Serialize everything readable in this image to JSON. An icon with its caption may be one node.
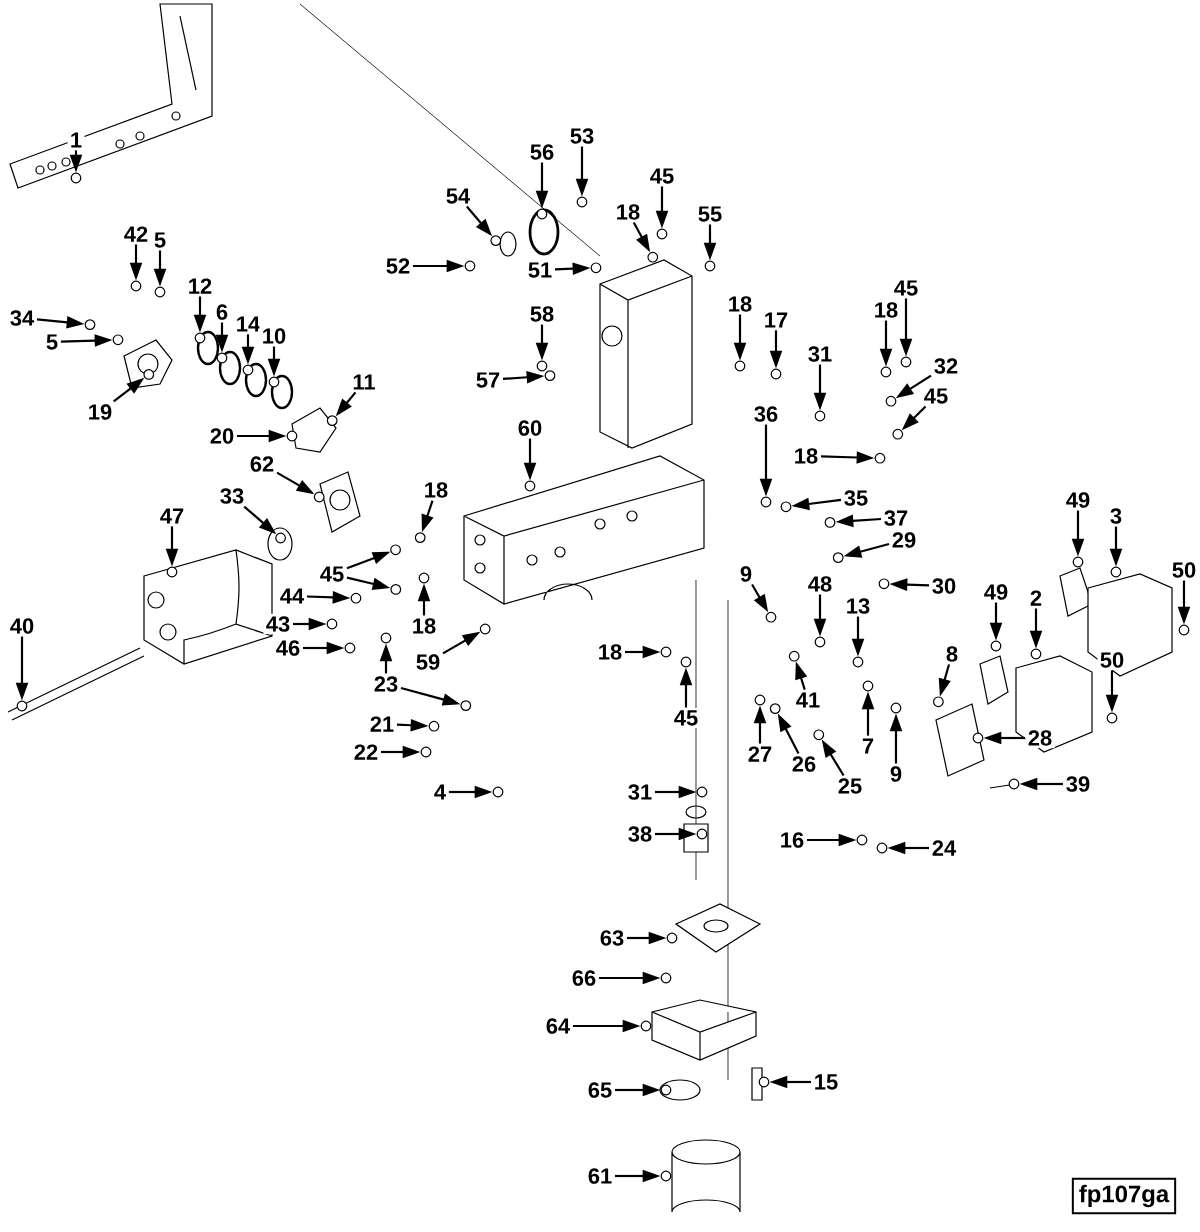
{
  "diagram": {
    "nodes": [
      {
        "text": [
          "1"
        ]
      },
      {
        "text": [
          "42"
        ]
      },
      {
        "text": [
          "5"
        ]
      },
      {
        "text": [
          "12"
        ]
      },
      {
        "text": [
          "6"
        ]
      },
      {
        "text": [
          "14"
        ]
      },
      {
        "text": [
          "10"
        ]
      },
      {
        "text": [
          "34"
        ]
      },
      {
        "text": [
          "5"
        ]
      },
      {
        "text": [
          "19"
        ]
      },
      {
        "text": [
          "11"
        ]
      },
      {
        "text": [
          "20"
        ]
      },
      {
        "text": [
          "62"
        ]
      },
      {
        "text": [
          "33"
        ]
      },
      {
        "text": [
          "47"
        ]
      },
      {
        "text": [
          "18"
        ]
      },
      {
        "text": [
          "45"
        ]
      },
      {
        "text": [
          "18"
        ]
      },
      {
        "text": [
          "44"
        ]
      },
      {
        "text": [
          "43"
        ]
      },
      {
        "text": [
          "46"
        ]
      },
      {
        "text": [
          "40"
        ]
      },
      {
        "text": [
          "59"
        ]
      },
      {
        "text": [
          "23"
        ]
      },
      {
        "text": [
          "21"
        ]
      },
      {
        "text": [
          "22"
        ]
      },
      {
        "text": [
          "4"
        ]
      },
      {
        "text": [
          "54"
        ]
      },
      {
        "text": [
          "56"
        ]
      },
      {
        "text": [
          "53"
        ]
      },
      {
        "text": [
          "52"
        ]
      },
      {
        "text": [
          "51"
        ]
      },
      {
        "text": [
          "58"
        ]
      },
      {
        "text": [
          "57"
        ]
      },
      {
        "text": [
          "60"
        ]
      },
      {
        "text": [
          "18"
        ]
      },
      {
        "text": [
          "45"
        ]
      },
      {
        "text": [
          "55"
        ]
      },
      {
        "text": [
          "18"
        ]
      },
      {
        "text": [
          "17"
        ]
      },
      {
        "text": [
          "31"
        ]
      },
      {
        "text": [
          "36"
        ]
      },
      {
        "text": [
          "18"
        ]
      },
      {
        "text": [
          "45"
        ]
      },
      {
        "text": [
          "32"
        ]
      },
      {
        "text": [
          "45"
        ]
      },
      {
        "text": [
          "18"
        ]
      },
      {
        "text": [
          "35"
        ]
      },
      {
        "text": [
          "37"
        ]
      },
      {
        "text": [
          "29"
        ]
      },
      {
        "text": [
          "30"
        ]
      },
      {
        "text": [
          "9"
        ]
      },
      {
        "text": [
          "48"
        ]
      },
      {
        "text": [
          "13"
        ]
      },
      {
        "text": [
          "49"
        ]
      },
      {
        "text": [
          "3"
        ]
      },
      {
        "text": [
          "50"
        ]
      },
      {
        "text": [
          "49"
        ]
      },
      {
        "text": [
          "2"
        ]
      },
      {
        "text": [
          "50"
        ]
      },
      {
        "text": [
          "8"
        ]
      },
      {
        "text": [
          "18"
        ]
      },
      {
        "text": [
          "45"
        ]
      },
      {
        "text": [
          "41"
        ]
      },
      {
        "text": [
          "27"
        ]
      },
      {
        "text": [
          "26"
        ]
      },
      {
        "text": [
          "7"
        ]
      },
      {
        "text": [
          "25"
        ]
      },
      {
        "text": [
          "9"
        ]
      },
      {
        "text": [
          "28"
        ]
      },
      {
        "text": [
          "39"
        ]
      },
      {
        "text": [
          "31"
        ]
      },
      {
        "text": [
          "38"
        ]
      },
      {
        "text": [
          "16"
        ]
      },
      {
        "text": [
          "24"
        ]
      },
      {
        "text": [
          "63"
        ]
      },
      {
        "text": [
          "66"
        ]
      },
      {
        "text": [
          "64"
        ]
      },
      {
        "text": [
          "65"
        ]
      },
      {
        "text": [
          "15"
        ]
      },
      {
        "text": [
          "61"
        ]
      },
      {
        "text": [],
        "shape": "circle"
      },
      {
        "text": [],
        "shape": "circle"
      },
      {
        "text": [],
        "shape": "circle"
      },
      {
        "text": [],
        "shape": "circle"
      },
      {
        "text": [],
        "shape": "circle"
      },
      {
        "text": [],
        "shape": "circle"
      },
      {
        "text": [],
        "shape": "circle"
      },
      {
        "text": [],
        "shape": "circle"
      },
      {
        "text": [],
        "shape": "circle"
      },
      {
        "text": [],
        "shape": "circle"
      },
      {
        "text": [],
        "shape": "circle"
      },
      {
        "text": [],
        "shape": "circle"
      },
      {
        "text": [],
        "shape": "circle"
      },
      {
        "text": [],
        "shape": "circle"
      },
      {
        "text": [],
        "shape": "circle"
      },
      {
        "text": [],
        "shape": "circle"
      },
      {
        "text": [],
        "shape": "circle"
      },
      {
        "text": [],
        "shape": "circle"
      },
      {
        "text": [],
        "shape": "circle"
      },
      {
        "text": [],
        "shape": "circle"
      },
      {
        "text": [],
        "shape": "circle"
      },
      {
        "text": [],
        "shape": "circle"
      },
      {
        "text": [],
        "shape": "circle"
      },
      {
        "text": [],
        "shape": "circle"
      },
      {
        "text": [],
        "shape": "circle"
      },
      {
        "text": [],
        "shape": "circle"
      },
      {
        "text": [],
        "shape": "circle"
      },
      {
        "text": [],
        "shape": "circle"
      },
      {
        "text": [],
        "shape": "circle"
      },
      {
        "text": [],
        "shape": "circle"
      },
      {
        "text": [],
        "shape": "circle"
      },
      {
        "text": [],
        "shape": "circle"
      },
      {
        "text": [],
        "shape": "circle"
      },
      {
        "text": [],
        "shape": "circle"
      },
      {
        "text": [],
        "shape": "circle"
      },
      {
        "text": [],
        "shape": "circle"
      },
      {
        "text": [],
        "shape": "circle"
      },
      {
        "text": [],
        "shape": "circle"
      },
      {
        "text": [],
        "shape": "circle"
      },
      {
        "text": [],
        "shape": "circle"
      },
      {
        "text": [],
        "shape": "circle"
      },
      {
        "text": [],
        "shape": "circle"
      },
      {
        "text": [],
        "shape": "circle"
      },
      {
        "text": [],
        "shape": "circle"
      },
      {
        "text": [],
        "shape": "circle"
      },
      {
        "text": [],
        "shape": "circle"
      },
      {
        "text": [],
        "shape": "circle"
      },
      {
        "text": [],
        "shape": "circle"
      },
      {
        "text": [],
        "shape": "circle"
      },
      {
        "text": [],
        "shape": "circle"
      },
      {
        "text": [],
        "shape": "circle"
      },
      {
        "text": [],
        "shape": "circle"
      },
      {
        "text": [],
        "shape": "circle"
      },
      {
        "text": [],
        "shape": "circle"
      },
      {
        "text": [],
        "shape": "circle"
      },
      {
        "text": [],
        "shape": "circle"
      },
      {
        "text": [],
        "shape": "circle"
      },
      {
        "text": [],
        "shape": "circle"
      },
      {
        "text": [],
        "shape": "circle"
      },
      {
        "text": [],
        "shape": "circle"
      },
      {
        "text": [],
        "shape": "circle"
      },
      {
        "text": [],
        "shape": "circle"
      },
      {
        "text": [],
        "shape": "circle"
      },
      {
        "text": [],
        "shape": "circle"
      },
      {
        "text": [],
        "shape": "circle"
      },
      {
        "text": [],
        "shape": "circle"
      },
      {
        "text": [],
        "shape": "circle"
      },
      {
        "text": [],
        "shape": "circle"
      },
      {
        "text": [],
        "shape": "circle"
      },
      {
        "text": [],
        "shape": "circle"
      },
      {
        "text": [],
        "shape": "circle"
      },
      {
        "text": [],
        "shape": "circle"
      },
      {
        "text": [],
        "shape": "circle"
      },
      {
        "text": [],
        "shape": "circle"
      },
      {
        "text": [],
        "shape": "circle"
      },
      {
        "text": [],
        "shape": "circle"
      },
      {
        "text": [],
        "shape": "circle"
      },
      {
        "text": [],
        "shape": "circle"
      },
      {
        "text": [],
        "shape": "circle"
      },
      {
        "text": [],
        "shape": "circle"
      },
      {
        "text": [],
        "shape": "circle"
      },
      {
        "text": [],
        "shape": "circle"
      },
      {
        "text": [],
        "shape": "circle"
      }
    ],
    "edges": [
      {
        "from": 0,
        "to": 81,
        "arrow": "to"
      },
      {
        "from": 1,
        "to": 82,
        "arrow": "to"
      },
      {
        "from": 2,
        "to": 83,
        "arrow": "to"
      },
      {
        "from": 3,
        "to": 84,
        "arrow": "to"
      },
      {
        "from": 4,
        "to": 85,
        "arrow": "to"
      },
      {
        "from": 5,
        "to": 86,
        "arrow": "to"
      },
      {
        "from": 6,
        "to": 87,
        "arrow": "to"
      },
      {
        "from": 7,
        "to": 88,
        "arrow": "to"
      },
      {
        "from": 8,
        "to": 89,
        "arrow": "to"
      },
      {
        "from": 9,
        "to": 90,
        "arrow": "to"
      },
      {
        "from": 10,
        "to": 91,
        "arrow": "to"
      },
      {
        "from": 11,
        "to": 92,
        "arrow": "to"
      },
      {
        "from": 12,
        "to": 93,
        "arrow": "to"
      },
      {
        "from": 13,
        "to": 94,
        "arrow": "to"
      },
      {
        "from": 14,
        "to": 95,
        "arrow": "to"
      },
      {
        "from": 15,
        "to": 96,
        "arrow": "to"
      },
      {
        "from": 16,
        "to": 97,
        "arrow": "to"
      },
      {
        "from": 16,
        "to": 98,
        "arrow": "to"
      },
      {
        "from": 17,
        "to": 99,
        "arrow": "to"
      },
      {
        "from": 18,
        "to": 100,
        "arrow": "to"
      },
      {
        "from": 19,
        "to": 101,
        "arrow": "to"
      },
      {
        "from": 20,
        "to": 102,
        "arrow": "to"
      },
      {
        "from": 21,
        "to": 103,
        "arrow": "to"
      },
      {
        "from": 22,
        "to": 104,
        "arrow": "to"
      },
      {
        "from": 23,
        "to": 105,
        "arrow": "to"
      },
      {
        "from": 23,
        "to": 106,
        "arrow": "to"
      },
      {
        "from": 24,
        "to": 107,
        "arrow": "to"
      },
      {
        "from": 25,
        "to": 108,
        "arrow": "to"
      },
      {
        "from": 26,
        "to": 109,
        "arrow": "to"
      },
      {
        "from": 27,
        "to": 110,
        "arrow": "to"
      },
      {
        "from": 28,
        "to": 111,
        "arrow": "to"
      },
      {
        "from": 29,
        "to": 112,
        "arrow": "to"
      },
      {
        "from": 30,
        "to": 113,
        "arrow": "to"
      },
      {
        "from": 31,
        "to": 114,
        "arrow": "to"
      },
      {
        "from": 32,
        "to": 115,
        "arrow": "to"
      },
      {
        "from": 33,
        "to": 116,
        "arrow": "to"
      },
      {
        "from": 34,
        "to": 117,
        "arrow": "to"
      },
      {
        "from": 35,
        "to": 118,
        "arrow": "to"
      },
      {
        "from": 36,
        "to": 119,
        "arrow": "to"
      },
      {
        "from": 37,
        "to": 120,
        "arrow": "to"
      },
      {
        "from": 38,
        "to": 121,
        "arrow": "to"
      },
      {
        "from": 39,
        "to": 122,
        "arrow": "to"
      },
      {
        "from": 40,
        "to": 123,
        "arrow": "to"
      },
      {
        "from": 41,
        "to": 124,
        "arrow": "to"
      },
      {
        "from": 42,
        "to": 125,
        "arrow": "to"
      },
      {
        "from": 43,
        "to": 126,
        "arrow": "to"
      },
      {
        "from": 44,
        "to": 127,
        "arrow": "to"
      },
      {
        "from": 45,
        "to": 128,
        "arrow": "to"
      },
      {
        "from": 46,
        "to": 129,
        "arrow": "to"
      },
      {
        "from": 47,
        "to": 130,
        "arrow": "to"
      },
      {
        "from": 48,
        "to": 131,
        "arrow": "to"
      },
      {
        "from": 49,
        "to": 132,
        "arrow": "to"
      },
      {
        "from": 50,
        "to": 133,
        "arrow": "to"
      },
      {
        "from": 51,
        "to": 134,
        "arrow": "to"
      },
      {
        "from": 52,
        "to": 135,
        "arrow": "to"
      },
      {
        "from": 53,
        "to": 136,
        "arrow": "to"
      },
      {
        "from": 54,
        "to": 137,
        "arrow": "to"
      },
      {
        "from": 55,
        "to": 138,
        "arrow": "to"
      },
      {
        "from": 56,
        "to": 139,
        "arrow": "to"
      },
      {
        "from": 57,
        "to": 140,
        "arrow": "to"
      },
      {
        "from": 58,
        "to": 141,
        "arrow": "to"
      },
      {
        "from": 59,
        "to": 142,
        "arrow": "to"
      },
      {
        "from": 60,
        "to": 143,
        "arrow": "to"
      },
      {
        "from": 61,
        "to": 144,
        "arrow": "to"
      },
      {
        "from": 62,
        "to": 145,
        "arrow": "to"
      },
      {
        "from": 63,
        "to": 146,
        "arrow": "to"
      },
      {
        "from": 64,
        "to": 147,
        "arrow": "to"
      },
      {
        "from": 65,
        "to": 148,
        "arrow": "to"
      },
      {
        "from": 66,
        "to": 149,
        "arrow": "to"
      },
      {
        "from": 67,
        "to": 150,
        "arrow": "to"
      },
      {
        "from": 68,
        "to": 151,
        "arrow": "to"
      },
      {
        "from": 69,
        "to": 152,
        "arrow": "to"
      },
      {
        "from": 70,
        "to": 153,
        "arrow": "to"
      },
      {
        "from": 71,
        "to": 154,
        "arrow": "to"
      },
      {
        "from": 72,
        "to": 155,
        "arrow": "to"
      },
      {
        "from": 73,
        "to": 156,
        "arrow": "to"
      },
      {
        "from": 74,
        "to": 157,
        "arrow": "to"
      },
      {
        "from": 75,
        "to": 158,
        "arrow": "to"
      },
      {
        "from": 76,
        "to": 159,
        "arrow": "to"
      },
      {
        "from": 77,
        "to": 160,
        "arrow": "to"
      },
      {
        "from": 78,
        "to": 161,
        "arrow": "to"
      },
      {
        "from": 79,
        "to": 162,
        "arrow": "to"
      },
      {
        "from": 80,
        "to": 163,
        "arrow": "to"
      }
    ],
    "labels": [
      "fp107ga"
    ]
  }
}
